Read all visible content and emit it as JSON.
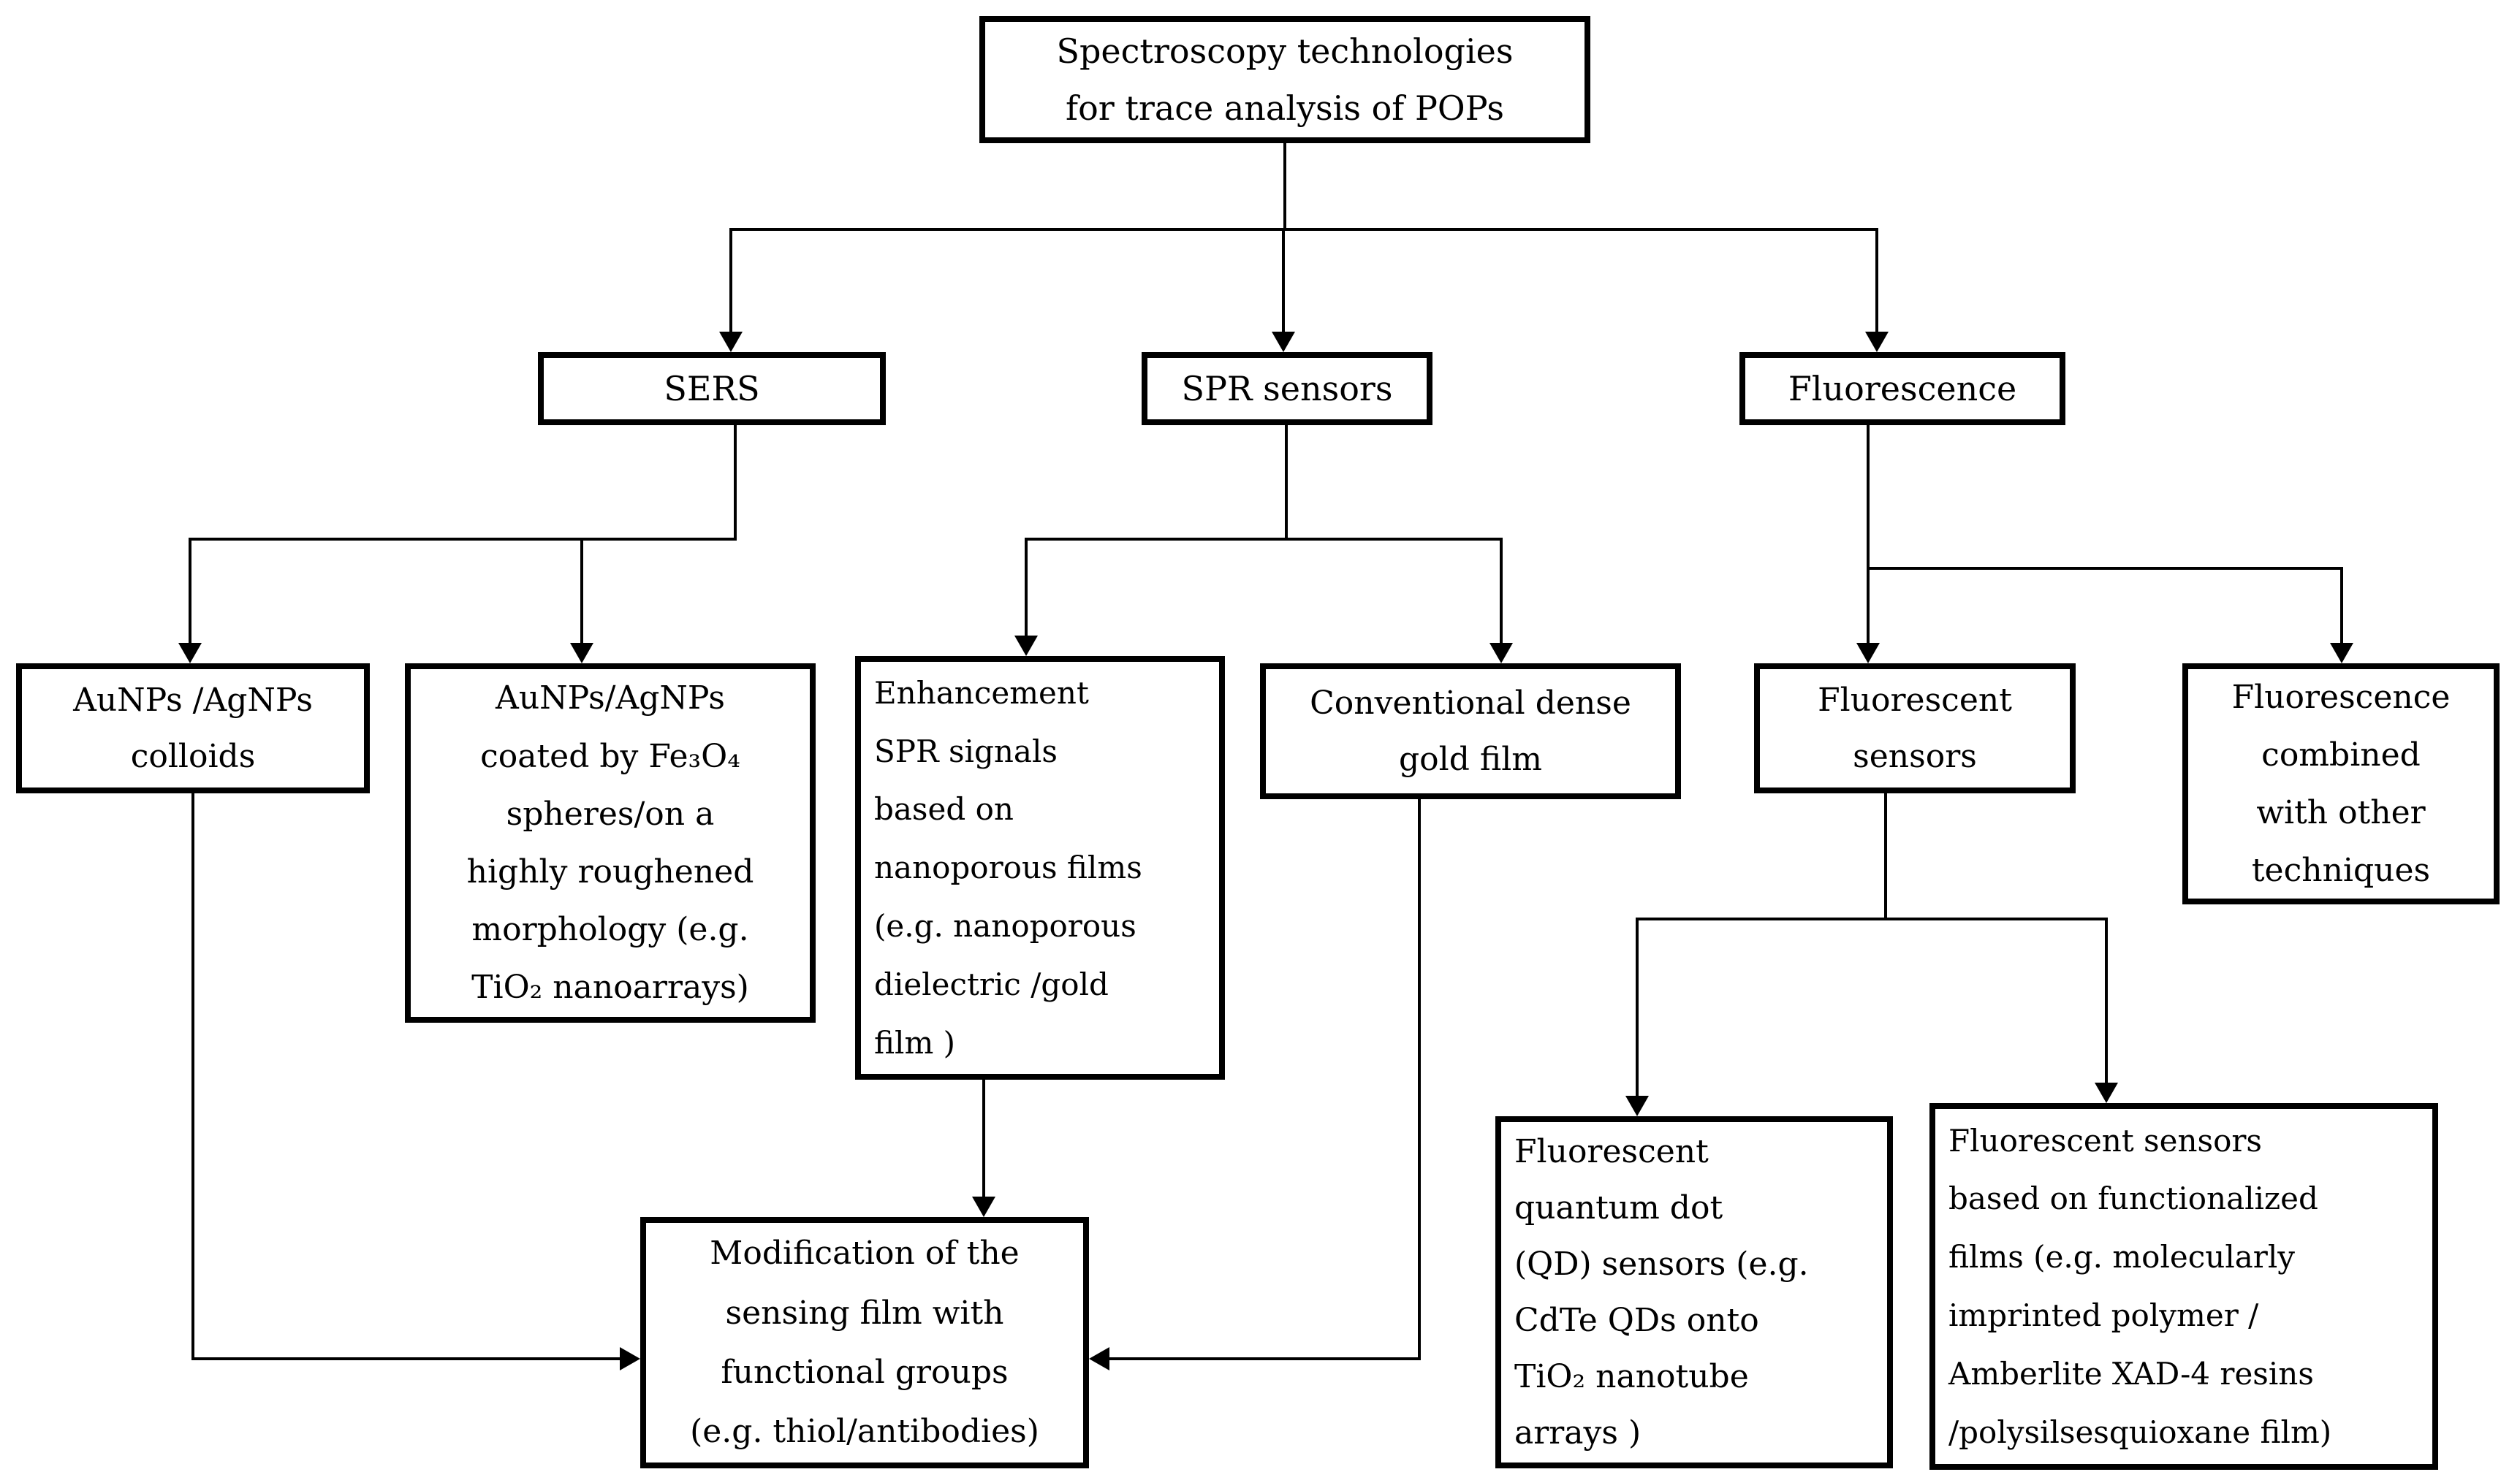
{
  "diagram": {
    "type": "flowchart",
    "colors": {
      "line": "#000000",
      "box_background": "#ffffff",
      "text": "#000000",
      "page_background": "#ffffff"
    },
    "nodes": {
      "root": {
        "lines": [
          "Spectroscopy technologies",
          "for trace analysis of POPs"
        ]
      },
      "sers": {
        "lines": [
          "SERS"
        ]
      },
      "spr": {
        "lines": [
          "SPR sensors"
        ]
      },
      "fluorescence": {
        "lines": [
          "Fluorescence"
        ]
      },
      "colloids": {
        "lines": [
          "AuNPs /AgNPs",
          "colloids"
        ]
      },
      "coated": {
        "lines": [
          "AuNPs/AgNPs",
          "coated by Fe₃O₄",
          "spheres/on a",
          "highly roughened",
          "morphology (e.g.",
          "TiO₂ nanoarrays)"
        ]
      },
      "enhancement": {
        "lines": [
          "Enhancement",
          "SPR signals",
          "based on",
          "nanoporous films",
          "(e.g. nanoporous",
          "dielectric /gold",
          "film )"
        ]
      },
      "conventional": {
        "lines": [
          "Conventional dense",
          "gold film"
        ]
      },
      "fluorescent_sensors": {
        "lines": [
          "Fluorescent",
          "sensors"
        ]
      },
      "fluorescence_combined": {
        "lines": [
          "Fluorescence",
          "combined",
          "with other",
          "techniques"
        ]
      },
      "modification": {
        "lines": [
          "Modification of the",
          "sensing  film  with",
          "functional  groups",
          "(e.g. thiol/antibodies)"
        ]
      },
      "qd_sensors": {
        "lines": [
          "Fluorescent",
          "quantum  dot",
          "(QD) sensors (e.g.",
          "CdTe  QDs  onto",
          "TiO₂  nanotube",
          "arrays )"
        ]
      },
      "functionalized": {
        "lines": [
          "Fluorescent  sensors",
          "based on functionalized",
          "films (e.g. molecularly",
          "imprinted  polymer /",
          "Amberlite XAD-4 resins",
          "/polysilsesquioxane film)"
        ]
      }
    }
  }
}
